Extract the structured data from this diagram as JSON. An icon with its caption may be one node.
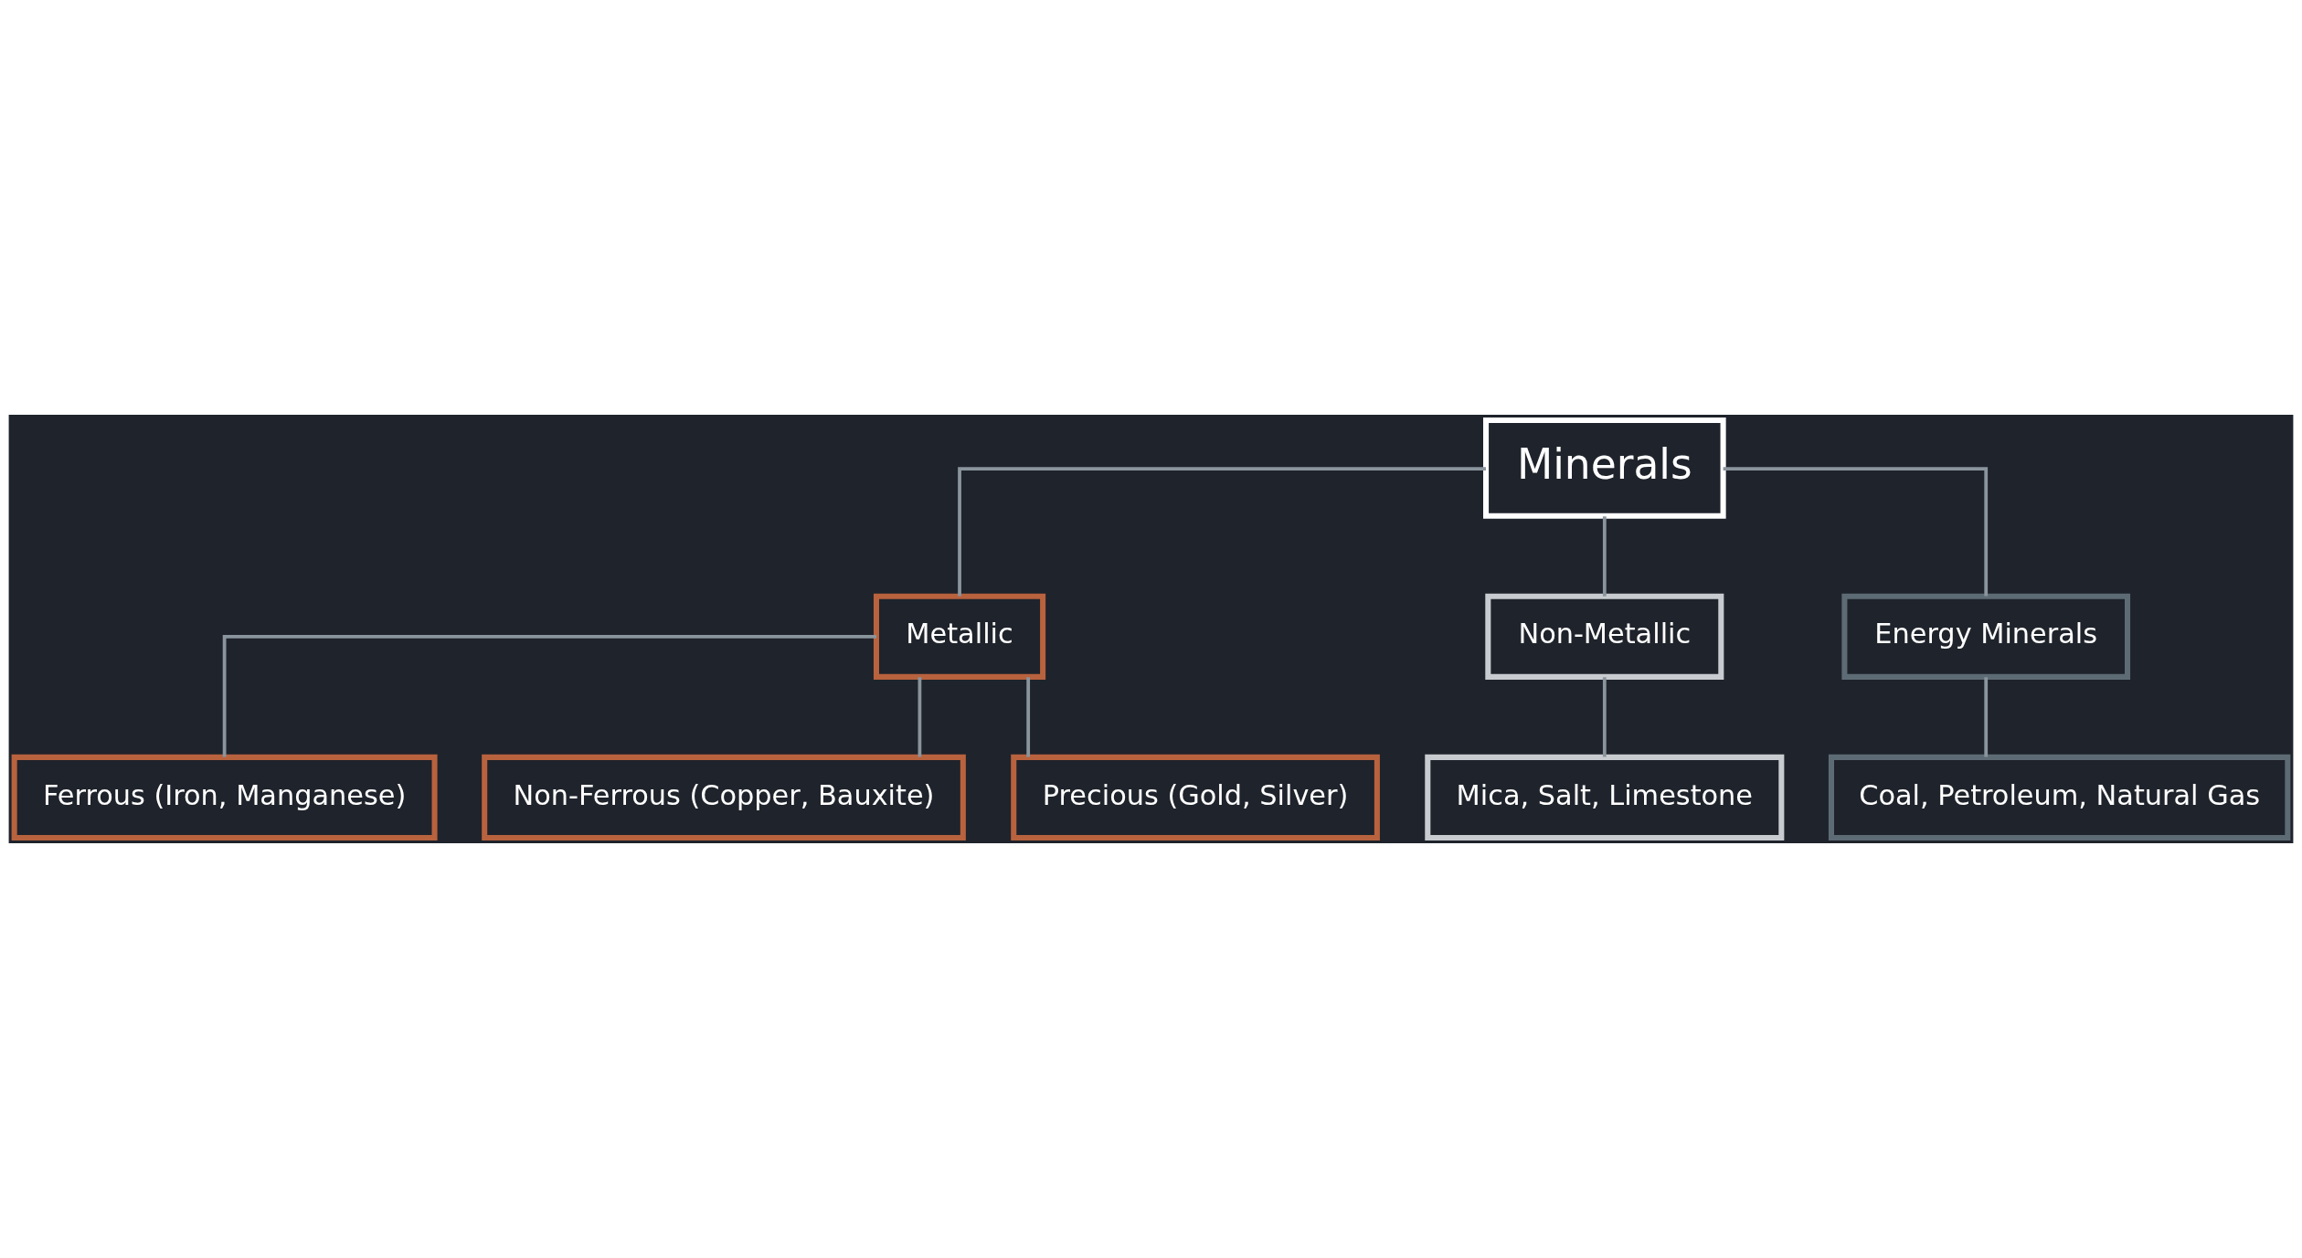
{
  "diagram": {
    "nodes": [
      {
        "text": [
          "Minerals"
        ]
      },
      {
        "text": [
          "Metallic"
        ]
      },
      {
        "text": [
          "Non-Metallic"
        ]
      },
      {
        "text": [
          "Energy Minerals"
        ]
      },
      {
        "text": [
          "Ferrous (Iron, Manganese)"
        ]
      },
      {
        "text": [
          "Non-Ferrous (Copper, Bauxite)"
        ]
      },
      {
        "text": [
          "Precious (Gold, Silver)"
        ]
      },
      {
        "text": [
          "Mica, Salt, Limestone"
        ]
      },
      {
        "text": [
          "Coal, Petroleum, Natural Gas"
        ]
      }
    ],
    "edges": [
      {
        "from": 0,
        "to": 1,
        "arrow": "none"
      },
      {
        "from": 0,
        "to": 2,
        "arrow": "none"
      },
      {
        "from": 0,
        "to": 3,
        "arrow": "none"
      },
      {
        "from": 1,
        "to": 4,
        "arrow": "none"
      },
      {
        "from": 1,
        "to": 5,
        "arrow": "none"
      },
      {
        "from": 1,
        "to": 6,
        "arrow": "none"
      },
      {
        "from": 2,
        "to": 7,
        "arrow": "none"
      },
      {
        "from": 3,
        "to": 8,
        "arrow": "none"
      }
    ]
  }
}
